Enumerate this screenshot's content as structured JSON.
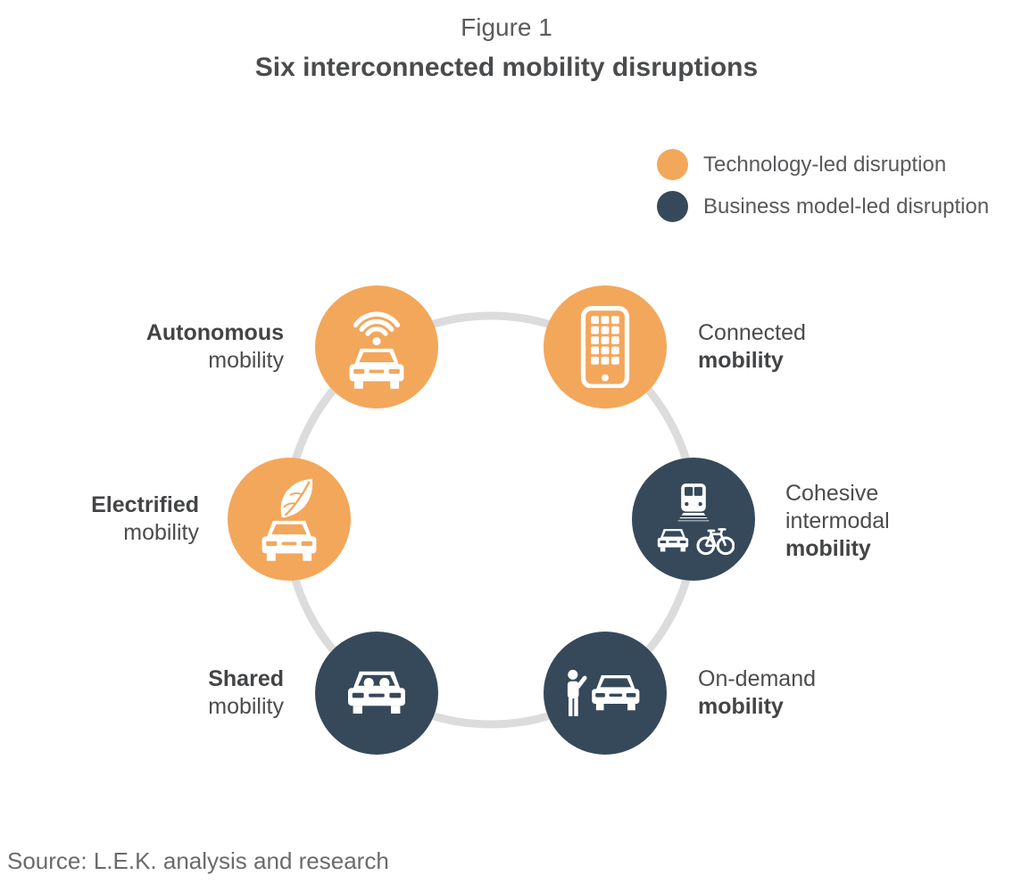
{
  "figure": {
    "label": "Figure 1",
    "title": "Six interconnected mobility disruptions"
  },
  "legend": [
    {
      "label": "Technology-led disruption",
      "color": "#f3a75b",
      "icon": "orange-dot-icon"
    },
    {
      "label": "Business model-led disruption",
      "color": "#36495a",
      "icon": "navy-dot-icon"
    }
  ],
  "nodes": [
    {
      "id": "autonomous",
      "category": "technology-led",
      "color": "#f3a75b",
      "icon": "car-with-wifi-icon",
      "line1": "Autonomous",
      "line2": "mobility",
      "bold_word": "Autonomous",
      "label_side": "left"
    },
    {
      "id": "connected",
      "category": "technology-led",
      "color": "#f3a75b",
      "icon": "smartphone-icon",
      "line1": "Connected",
      "line2": "mobility",
      "bold_word": "mobility",
      "label_side": "right"
    },
    {
      "id": "electrified",
      "category": "technology-led",
      "color": "#f3a75b",
      "icon": "leaf-over-car-icon",
      "line1": "Electrified",
      "line2": "mobility",
      "bold_word": "Electrified",
      "label_side": "left"
    },
    {
      "id": "cohesive-intermodal",
      "category": "business-model-led",
      "color": "#36495a",
      "icon": "train-car-bicycle-icon",
      "line1": "Cohesive",
      "line2": "intermodal",
      "line3": "mobility",
      "bold_word": "mobility",
      "label_side": "right"
    },
    {
      "id": "shared",
      "category": "business-model-led",
      "color": "#36495a",
      "icon": "car-with-passengers-icon",
      "line1": "Shared",
      "line2": "mobility",
      "bold_word": "Shared",
      "label_side": "left"
    },
    {
      "id": "on-demand",
      "category": "business-model-led",
      "color": "#36495a",
      "icon": "person-hailing-car-icon",
      "line1": "On-demand",
      "line2": "mobility",
      "bold_word": "mobility",
      "label_side": "right"
    }
  ],
  "ring_color": "#dcdcdc",
  "source": "Source: L.E.K. analysis and research"
}
